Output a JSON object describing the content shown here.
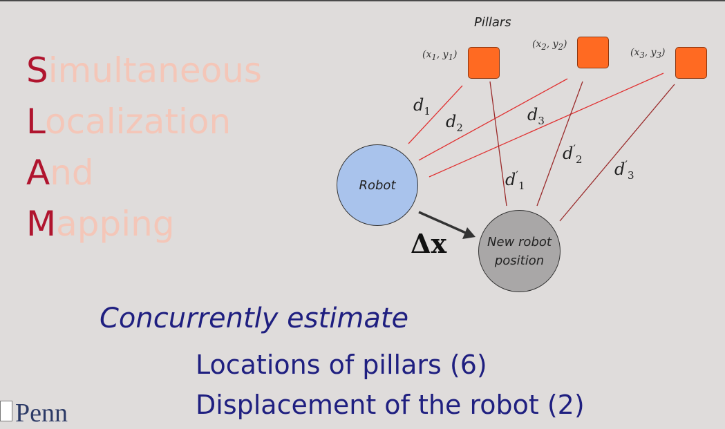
{
  "acronym": [
    {
      "cap": "S",
      "rest": "imultaneous"
    },
    {
      "cap": "L",
      "rest": "ocalization"
    },
    {
      "cap": "A",
      "rest": "nd"
    },
    {
      "cap": "M",
      "rest": "apping"
    }
  ],
  "diagram": {
    "pillars_title": "Pillars",
    "pillars": [
      {
        "coord_var": "(x",
        "i": "1",
        "sep": ", y",
        "close": ")"
      },
      {
        "coord_var": "(x",
        "i": "2",
        "sep": ", y",
        "close": ")"
      },
      {
        "coord_var": "(x",
        "i": "3",
        "sep": ", y",
        "close": ")"
      }
    ],
    "distances": [
      {
        "var": "d",
        "sub": "1",
        "sup": ""
      },
      {
        "var": "d",
        "sub": "2",
        "sup": ""
      },
      {
        "var": "d",
        "sub": "3",
        "sup": ""
      },
      {
        "var": "d",
        "sub": "1",
        "sup": "′"
      },
      {
        "var": "d",
        "sub": "2",
        "sup": "′"
      },
      {
        "var": "d",
        "sub": "3",
        "sup": "′"
      }
    ],
    "robot_label": "Robot",
    "new_robot_label": "New robot position",
    "delta_label": "Δx",
    "colors": {
      "pillar": "#ff6a22",
      "robot": "#a9c3ec",
      "new_robot": "#a9a7a7",
      "lines": "#e03030"
    }
  },
  "body": {
    "heading": "Concurrently estimate",
    "items": [
      "Locations of pillars (6)",
      "Displacement of the robot (2)"
    ]
  },
  "logo": {
    "text": "Penn"
  }
}
